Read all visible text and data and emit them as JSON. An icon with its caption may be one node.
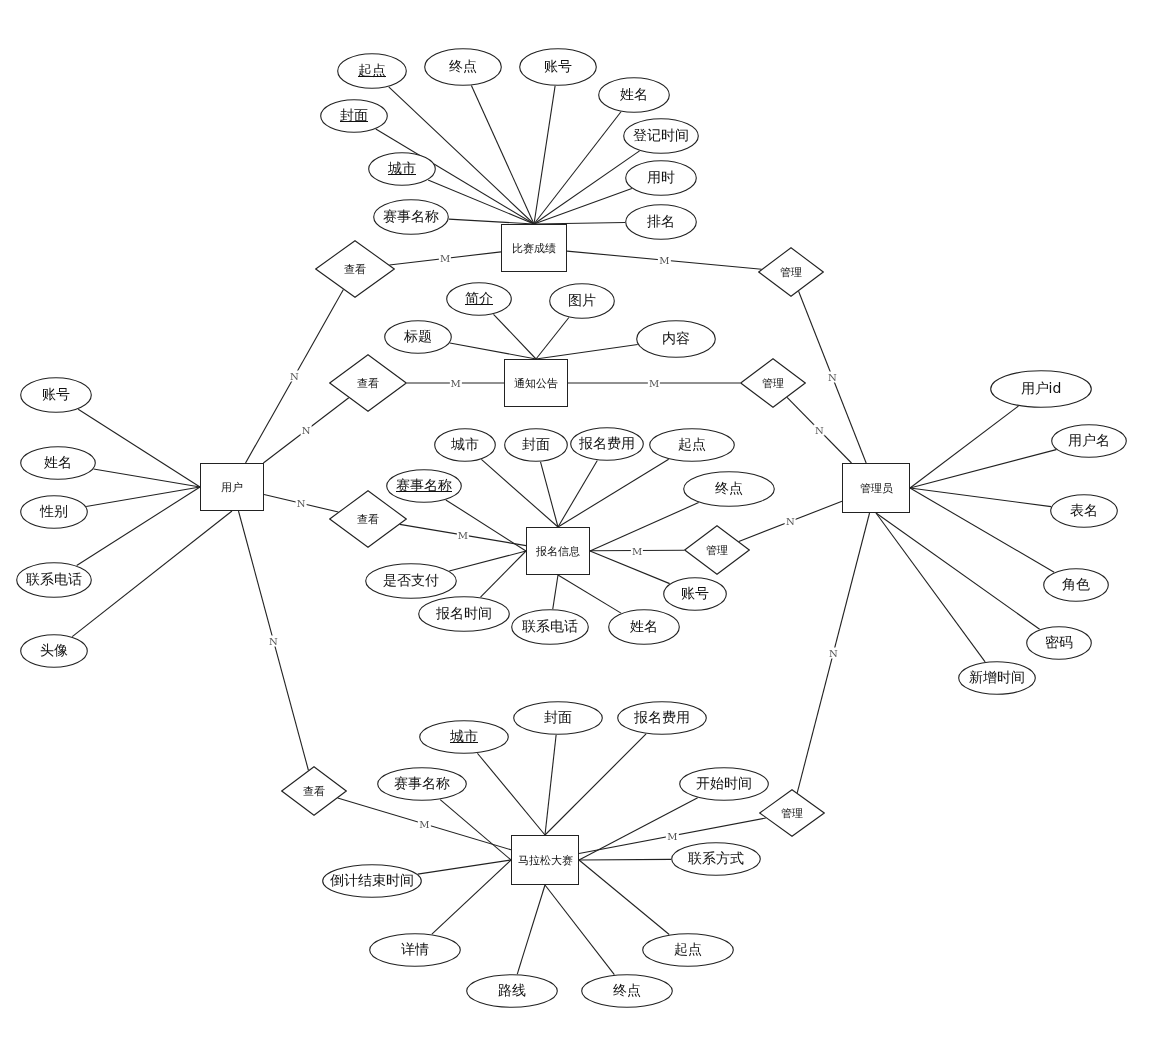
{
  "diagram": {
    "nodes": [
      {
        "text": [
          "起点"
        ]
      },
      {
        "text": [
          "终点"
        ]
      },
      {
        "text": [
          "账号"
        ]
      },
      {
        "text": [
          "姓名"
        ]
      },
      {
        "text": [
          "封面"
        ]
      },
      {
        "text": [
          "登记时间"
        ]
      },
      {
        "text": [
          "城市"
        ]
      },
      {
        "text": [
          "用时"
        ]
      },
      {
        "text": [
          "赛事名称"
        ]
      },
      {
        "text": [
          "排名"
        ]
      },
      {
        "text": [
          "比赛成绩"
        ]
      },
      {
        "text": [
          "查看"
        ]
      },
      {
        "text": [
          "管理"
        ]
      },
      {
        "text": [
          "简介"
        ]
      },
      {
        "text": [
          "图片"
        ]
      },
      {
        "text": [
          "标题"
        ]
      },
      {
        "text": [
          "内容"
        ]
      },
      {
        "text": [
          "查看"
        ]
      },
      {
        "text": [
          "通知公告"
        ]
      },
      {
        "text": [
          "管理"
        ]
      },
      {
        "text": [
          "账号"
        ]
      },
      {
        "text": [
          "用户id"
        ]
      },
      {
        "text": [
          "用户名"
        ]
      },
      {
        "text": [
          "城市"
        ]
      },
      {
        "text": [
          "封面"
        ]
      },
      {
        "text": [
          "报名费用"
        ]
      },
      {
        "text": [
          "起点"
        ]
      },
      {
        "text": [
          "姓名"
        ]
      },
      {
        "text": [
          "赛事名称"
        ]
      },
      {
        "text": [
          "用户"
        ]
      },
      {
        "text": [
          "管理员"
        ]
      },
      {
        "text": [
          "终点"
        ]
      },
      {
        "text": [
          "性别"
        ]
      },
      {
        "text": [
          "表名"
        ]
      },
      {
        "text": [
          "查看"
        ]
      },
      {
        "text": [
          "管理"
        ]
      },
      {
        "text": [
          "报名信息"
        ]
      },
      {
        "text": [
          "是否支付"
        ]
      },
      {
        "text": [
          "联系电话"
        ]
      },
      {
        "text": [
          "角色"
        ]
      },
      {
        "text": [
          "账号"
        ]
      },
      {
        "text": [
          "报名时间"
        ]
      },
      {
        "text": [
          "联系电话"
        ]
      },
      {
        "text": [
          "姓名"
        ]
      },
      {
        "text": [
          "密码"
        ]
      },
      {
        "text": [
          "头像"
        ]
      },
      {
        "text": [
          "新增时间"
        ]
      },
      {
        "text": [
          "封面"
        ]
      },
      {
        "text": [
          "报名费用"
        ]
      },
      {
        "text": [
          "城市"
        ]
      },
      {
        "text": [
          "赛事名称"
        ]
      },
      {
        "text": [
          "开始时间"
        ]
      },
      {
        "text": [
          "查看"
        ]
      },
      {
        "text": [
          "管理"
        ]
      },
      {
        "text": [
          "马拉松大赛"
        ]
      },
      {
        "text": [
          "联系方式"
        ]
      },
      {
        "text": [
          "倒计结束时间"
        ]
      },
      {
        "text": [
          "详情"
        ]
      },
      {
        "text": [
          "起点"
        ]
      },
      {
        "text": [
          "路线"
        ]
      },
      {
        "text": [
          "终点"
        ]
      }
    ],
    "edges": [
      {
        "from": 0,
        "to": 10,
        "arrow": "none"
      },
      {
        "from": 1,
        "to": 10,
        "arrow": "none"
      },
      {
        "from": 2,
        "to": 10,
        "arrow": "none"
      },
      {
        "from": 3,
        "to": 10,
        "arrow": "none"
      },
      {
        "from": 4,
        "to": 10,
        "arrow": "none"
      },
      {
        "from": 5,
        "to": 10,
        "arrow": "none"
      },
      {
        "from": 6,
        "to": 10,
        "arrow": "none"
      },
      {
        "from": 7,
        "to": 10,
        "arrow": "none"
      },
      {
        "from": 8,
        "to": 10,
        "arrow": "none"
      },
      {
        "from": 9,
        "to": 10,
        "arrow": "none"
      },
      {
        "from": 13,
        "to": 18,
        "arrow": "none"
      },
      {
        "from": 14,
        "to": 18,
        "arrow": "none"
      },
      {
        "from": 15,
        "to": 18,
        "arrow": "none"
      },
      {
        "from": 16,
        "to": 18,
        "arrow": "none"
      },
      {
        "from": 20,
        "to": 29,
        "arrow": "none"
      },
      {
        "from": 27,
        "to": 29,
        "arrow": "none"
      },
      {
        "from": 32,
        "to": 29,
        "arrow": "none"
      },
      {
        "from": 38,
        "to": 29,
        "arrow": "none"
      },
      {
        "from": 45,
        "to": 29,
        "arrow": "none"
      },
      {
        "from": 21,
        "to": 30,
        "arrow": "none"
      },
      {
        "from": 22,
        "to": 30,
        "arrow": "none"
      },
      {
        "from": 33,
        "to": 30,
        "arrow": "none"
      },
      {
        "from": 39,
        "to": 30,
        "arrow": "none"
      },
      {
        "from": 44,
        "to": 30,
        "arrow": "none"
      },
      {
        "from": 46,
        "to": 30,
        "arrow": "none"
      },
      {
        "from": 23,
        "to": 36,
        "arrow": "none"
      },
      {
        "from": 24,
        "to": 36,
        "arrow": "none"
      },
      {
        "from": 25,
        "to": 36,
        "arrow": "none"
      },
      {
        "from": 26,
        "to": 36,
        "arrow": "none"
      },
      {
        "from": 28,
        "to": 36,
        "arrow": "none"
      },
      {
        "from": 31,
        "to": 36,
        "arrow": "none"
      },
      {
        "from": 37,
        "to": 36,
        "arrow": "none"
      },
      {
        "from": 40,
        "to": 36,
        "arrow": "none"
      },
      {
        "from": 41,
        "to": 36,
        "arrow": "none"
      },
      {
        "from": 42,
        "to": 36,
        "arrow": "none"
      },
      {
        "from": 43,
        "to": 36,
        "arrow": "none"
      },
      {
        "from": 47,
        "to": 54,
        "arrow": "none"
      },
      {
        "from": 48,
        "to": 54,
        "arrow": "none"
      },
      {
        "from": 49,
        "to": 54,
        "arrow": "none"
      },
      {
        "from": 50,
        "to": 54,
        "arrow": "none"
      },
      {
        "from": 51,
        "to": 54,
        "arrow": "none"
      },
      {
        "from": 55,
        "to": 54,
        "arrow": "none"
      },
      {
        "from": 56,
        "to": 54,
        "arrow": "none"
      },
      {
        "from": 57,
        "to": 54,
        "arrow": "none"
      },
      {
        "from": 58,
        "to": 54,
        "arrow": "none"
      },
      {
        "from": 59,
        "to": 54,
        "arrow": "none"
      },
      {
        "from": 60,
        "to": 54,
        "arrow": "none"
      },
      {
        "from": 29,
        "to": 11,
        "arrow": "none",
        "label": "N"
      },
      {
        "from": 11,
        "to": 10,
        "arrow": "none",
        "label": "M"
      },
      {
        "from": 10,
        "to": 12,
        "arrow": "none",
        "label": "M"
      },
      {
        "from": 12,
        "to": 30,
        "arrow": "none",
        "label": "N"
      },
      {
        "from": 29,
        "to": 17,
        "arrow": "none",
        "label": "N"
      },
      {
        "from": 17,
        "to": 18,
        "arrow": "none",
        "label": "M"
      },
      {
        "from": 18,
        "to": 19,
        "arrow": "none",
        "label": "M"
      },
      {
        "from": 19,
        "to": 30,
        "arrow": "none",
        "label": "N"
      },
      {
        "from": 29,
        "to": 34,
        "arrow": "none",
        "label": "N"
      },
      {
        "from": 34,
        "to": 36,
        "arrow": "none",
        "label": "M"
      },
      {
        "from": 36,
        "to": 35,
        "arrow": "none",
        "label": "M"
      },
      {
        "from": 35,
        "to": 30,
        "arrow": "none",
        "label": "N"
      },
      {
        "from": 29,
        "to": 52,
        "arrow": "none",
        "label": "N"
      },
      {
        "from": 52,
        "to": 54,
        "arrow": "none",
        "label": "M"
      },
      {
        "from": 54,
        "to": 53,
        "arrow": "none",
        "label": "M"
      },
      {
        "from": 53,
        "to": 30,
        "arrow": "none",
        "label": "N"
      }
    ]
  }
}
